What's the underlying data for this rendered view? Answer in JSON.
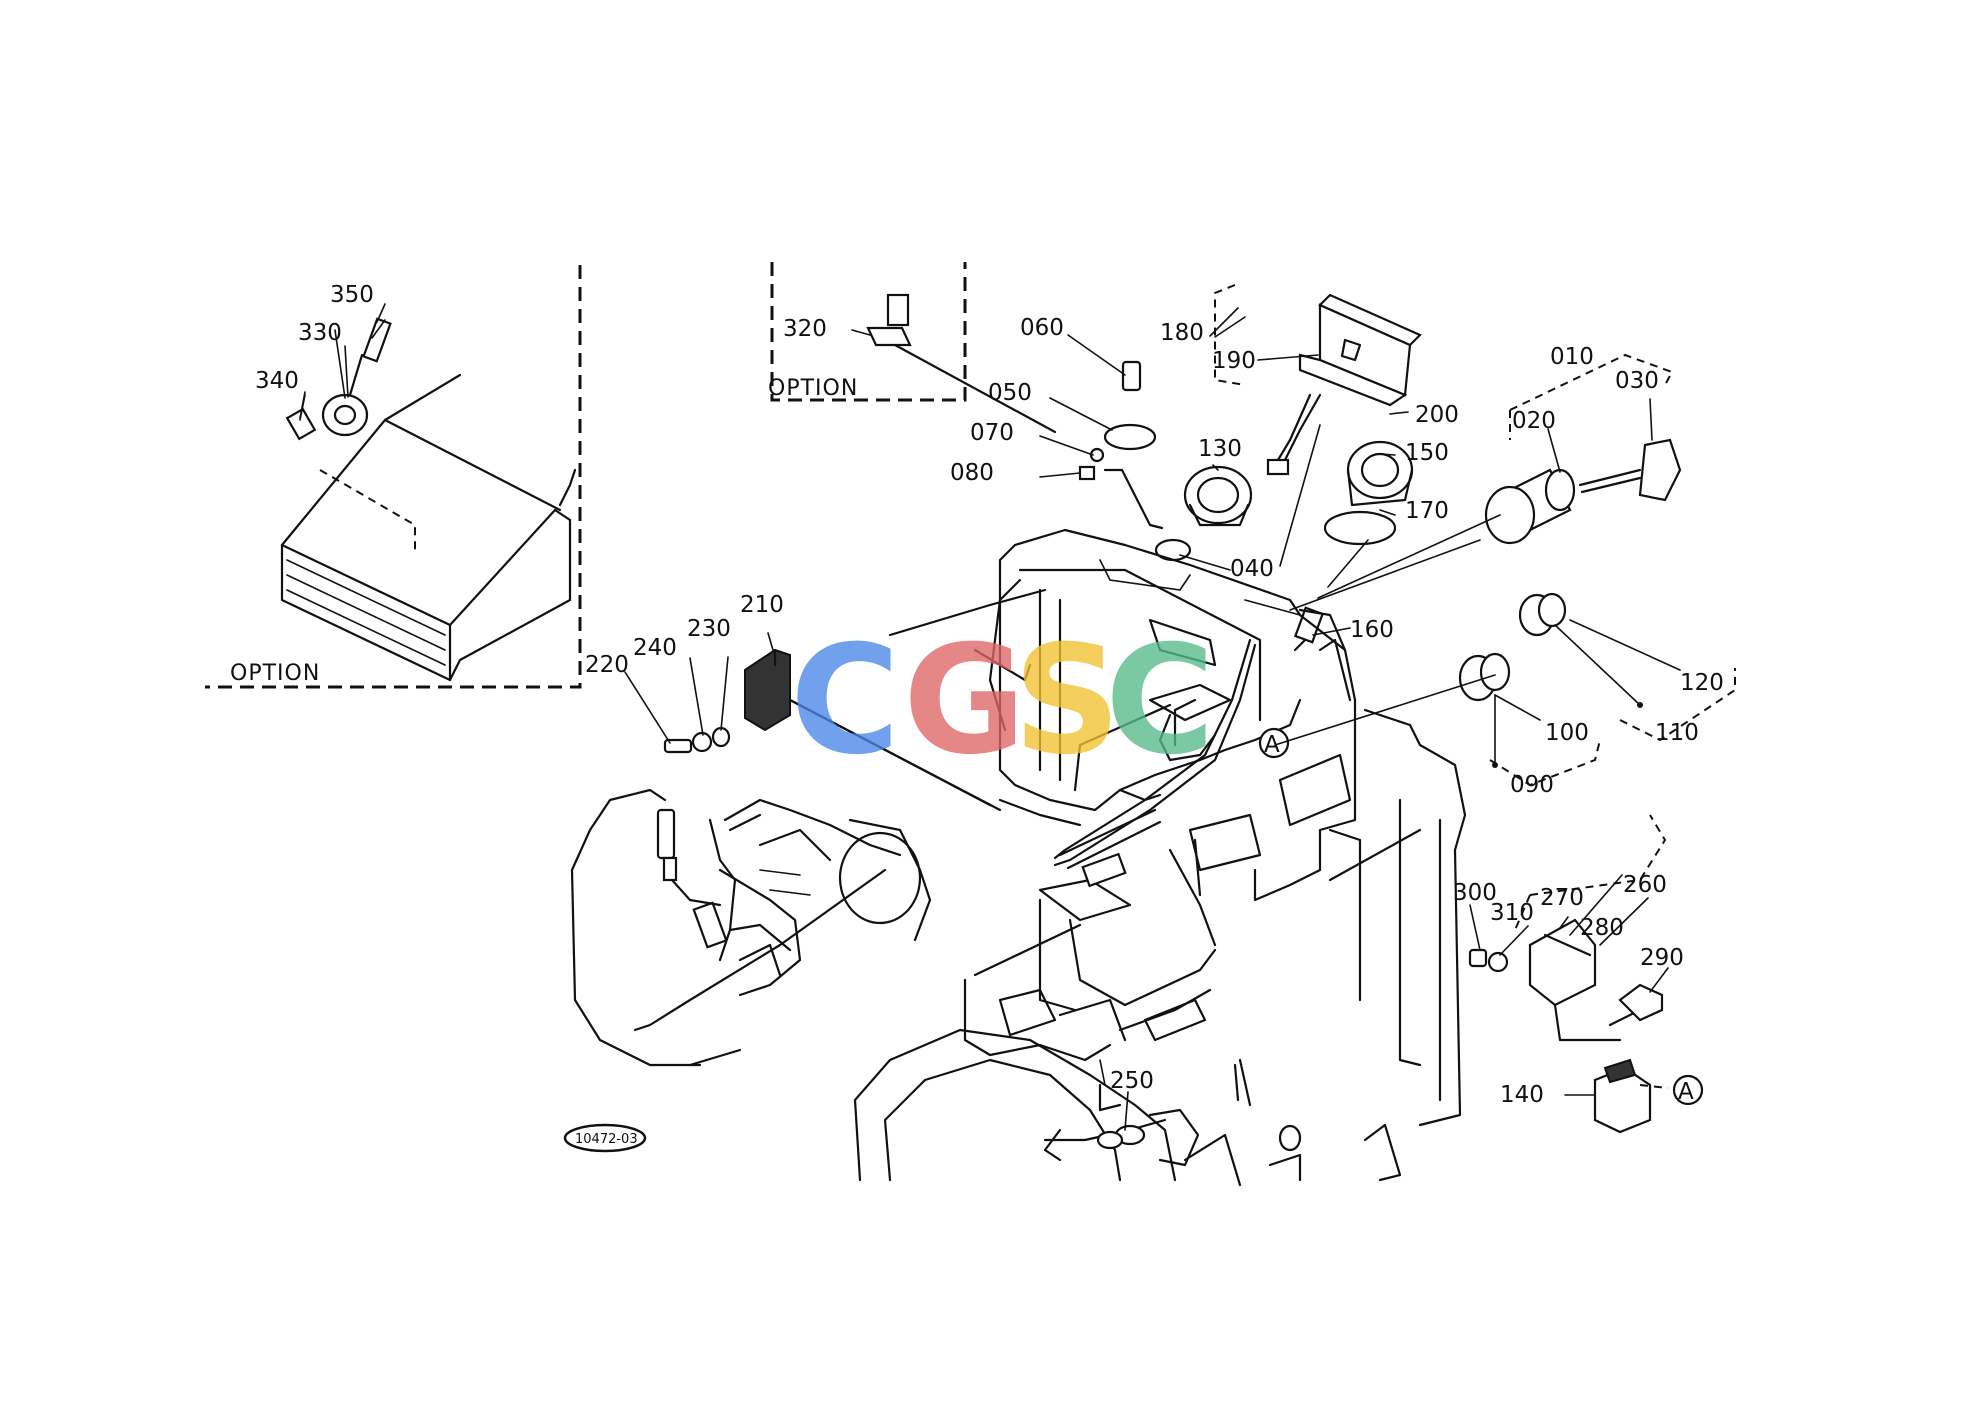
{
  "labels": {
    "p010": "010",
    "p020": "020",
    "p030": "030",
    "p040": "040",
    "p050": "050",
    "p060": "060",
    "p070": "070",
    "p080": "080",
    "p090": "090",
    "p100": "100",
    "p110": "110",
    "p120": "120",
    "p130": "130",
    "p140": "140",
    "p150": "150",
    "p160": "160",
    "p170": "170",
    "p180": "180",
    "p190": "190",
    "p200": "200",
    "p210": "210",
    "p220": "220",
    "p230": "230",
    "p240": "240",
    "p250": "250",
    "p260": "260",
    "p270": "270",
    "p280": "280",
    "p290": "290",
    "p300": "300",
    "p310": "310",
    "p320": "320",
    "p330": "330",
    "p340": "340",
    "p350": "350"
  },
  "option_left": "OPTION",
  "option_top": "OPTION",
  "connector_mark": "A",
  "diagram_ref": "10472-03",
  "watermark": {
    "c1": "C",
    "g": "G",
    "s": "S",
    "c2": "C"
  },
  "colors": {
    "line": "#111111",
    "wm_blue": "#4a86e8",
    "wm_red": "#e06666",
    "wm_yellow": "#f1c232",
    "wm_green": "#57bb8a"
  }
}
